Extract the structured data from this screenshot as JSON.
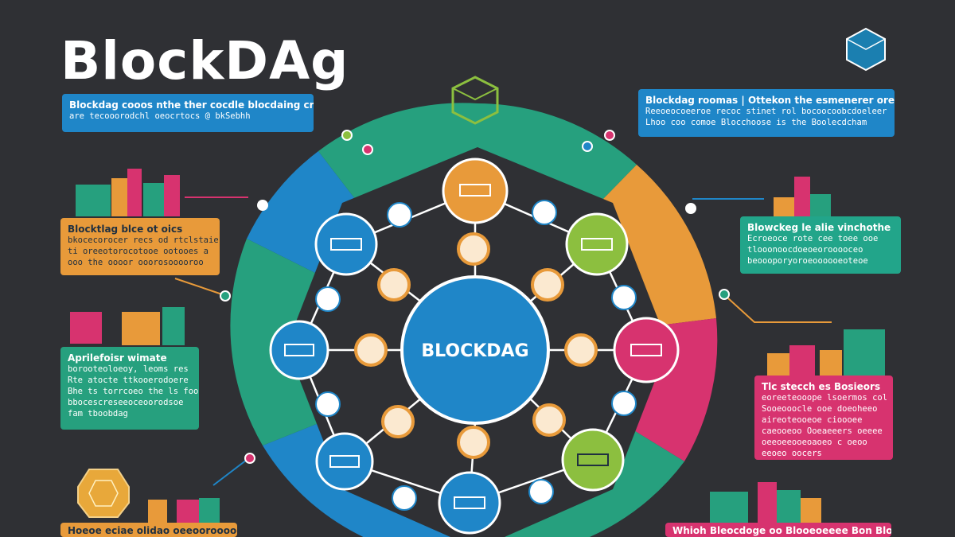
{
  "title": "BlockDAg",
  "center_label": "BLOCKDAG",
  "colors": {
    "background": "#2f3034",
    "blue": "#1f86c8",
    "green": "#26a07e",
    "orange": "#e89a3a",
    "pink": "#d7336f",
    "lime": "#8cbf3f"
  },
  "callouts": {
    "top_left": [
      "Blockdag cooos nthe ther cocdle blocdaing crocios",
      "are tecooorodchl oeocrtocs @ bkSebhh"
    ],
    "top_right": [
      "Blockdag roomas | Ottekon the esmenerer orelker",
      "Reeoeocoeeroe recoc stinet rol bocoocoobcdoeleer",
      "Lhoo coo comoe Blocchoose is the Boolecdcham"
    ],
    "left_orange": [
      "Blocktlag blce ot oics",
      "bkocecorocer recs od rtclstaie",
      "ti oreeotorocotooe ootooes a",
      "ooo the oooor ooorosooooroo"
    ],
    "left_green": [
      "Aprilefoisr wimate",
      "borooteoloeoy, leoms res",
      "Rte atocte ttkooerodoere",
      "Bhe ts torrcoeo the ls foos",
      "bbocescreseeoceoorodsoe",
      "fam tboobdag"
    ],
    "right_teal": [
      "Blowckeg le alie vinchothe",
      "Ecroeoce rote cee toee ooe",
      "tlooonoocdoeoeorooooceo",
      "beoooporyoroeoooooeoteoe"
    ],
    "right_pink": [
      "Tlc stecch es Bosieors",
      "eoreeteooope lsoermos col",
      "Sooeooocle ooe doeoheeo",
      "aireoteooeoe cioooee",
      "caeooeoo Ooeaeeers oeeee",
      "oeeoeeooeoaoeo c oeoo",
      "eeoeo oocers"
    ],
    "bottom_left": [
      "Hoeoe eciae olidao oeeoorooooee"
    ],
    "bottom_right": [
      "Whioh Bleocdoge oo Blooeoeeee Bon Bloodhttos"
    ]
  }
}
